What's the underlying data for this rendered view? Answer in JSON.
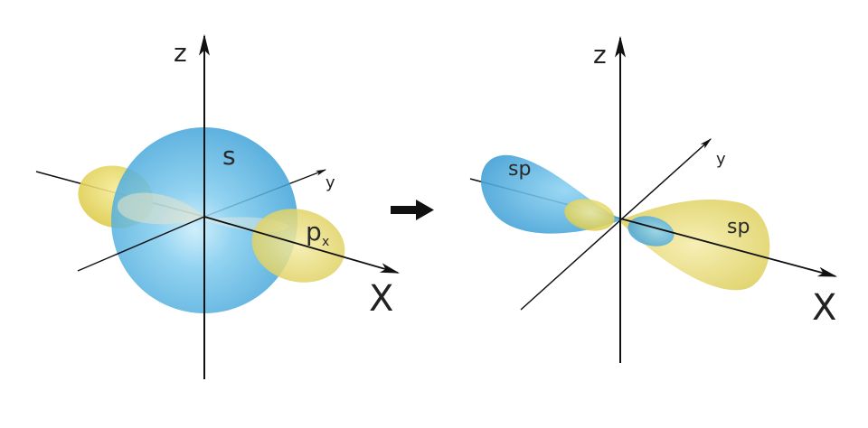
{
  "left_diagram": {
    "axes": {
      "z": "z",
      "y": "y",
      "x": "X"
    },
    "orbitals": {
      "s": {
        "label": "s"
      },
      "p": {
        "label": "p",
        "subscript": "x"
      }
    }
  },
  "right_diagram": {
    "axes": {
      "z": "z",
      "y": "y",
      "x": "X"
    },
    "orbitals": {
      "sp_left": {
        "label": "sp"
      },
      "sp_right": {
        "label": "sp"
      }
    }
  },
  "colors": {
    "s_orbital": "#3aa8df",
    "p_orbital": "#e6d75a",
    "axis": "#111111"
  }
}
